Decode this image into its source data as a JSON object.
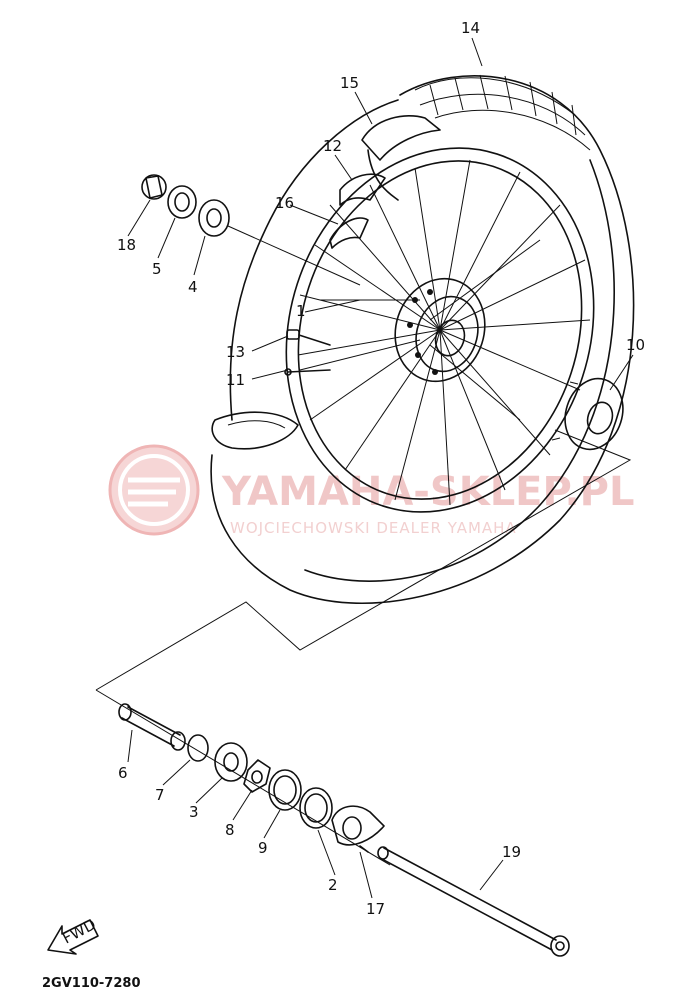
{
  "diagram_code": "2GV110-7280",
  "fwd_label": "FWD",
  "watermark": {
    "title": "YAMAHA-SKLEP.PL",
    "subtitle": "WOJCIECHOWSKI DEALER YAMAHA"
  },
  "parts": [
    {
      "num": "1"
    },
    {
      "num": "2"
    },
    {
      "num": "3"
    },
    {
      "num": "4"
    },
    {
      "num": "5"
    },
    {
      "num": "6"
    },
    {
      "num": "7"
    },
    {
      "num": "8"
    },
    {
      "num": "9"
    },
    {
      "num": "10"
    },
    {
      "num": "11"
    },
    {
      "num": "12"
    },
    {
      "num": "13"
    },
    {
      "num": "14"
    },
    {
      "num": "15"
    },
    {
      "num": "16"
    },
    {
      "num": "17"
    },
    {
      "num": "18"
    },
    {
      "num": "19"
    }
  ]
}
